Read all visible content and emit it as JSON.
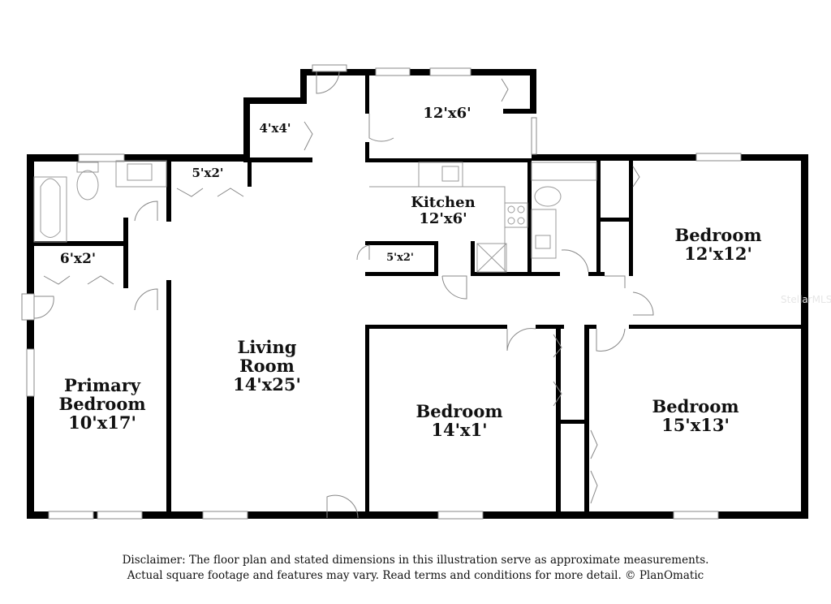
{
  "rooms": {
    "primary": {
      "name": "Primary Bedroom",
      "line1": "Primary",
      "line2": "Bedroom",
      "dims": "10'x17'"
    },
    "living": {
      "line1": "Living",
      "line2": "Room",
      "dims": "14'x25'"
    },
    "kitchen": {
      "name": "Kitchen",
      "dims": "12'x6'"
    },
    "room_top": {
      "dims": "12'x6'"
    },
    "closet_4x4": {
      "dims": "4'x4'"
    },
    "closet_5x2_left": {
      "dims": "5'x2'"
    },
    "closet_6x2": {
      "dims": "6'x2'"
    },
    "closet_5x2_kitchen": {
      "dims": "5'x2'"
    },
    "bedroom_ne": {
      "name": "Bedroom",
      "dims": "12'x12'"
    },
    "bedroom_mid": {
      "name": "Bedroom",
      "dims": "14'x1'"
    },
    "bedroom_se": {
      "name": "Bedroom",
      "dims": "15'x13'"
    }
  },
  "disclaimer": {
    "line1": "Disclaimer: The floor plan and stated dimensions in this illustration serve as approximate measurements.",
    "line2": "Actual square footage and features may vary. Read terms and conditions for more detail. © PlanOmatic"
  },
  "watermark": "StellarMLS",
  "colors": {
    "wall": "#000000",
    "fixture": "#999999"
  }
}
